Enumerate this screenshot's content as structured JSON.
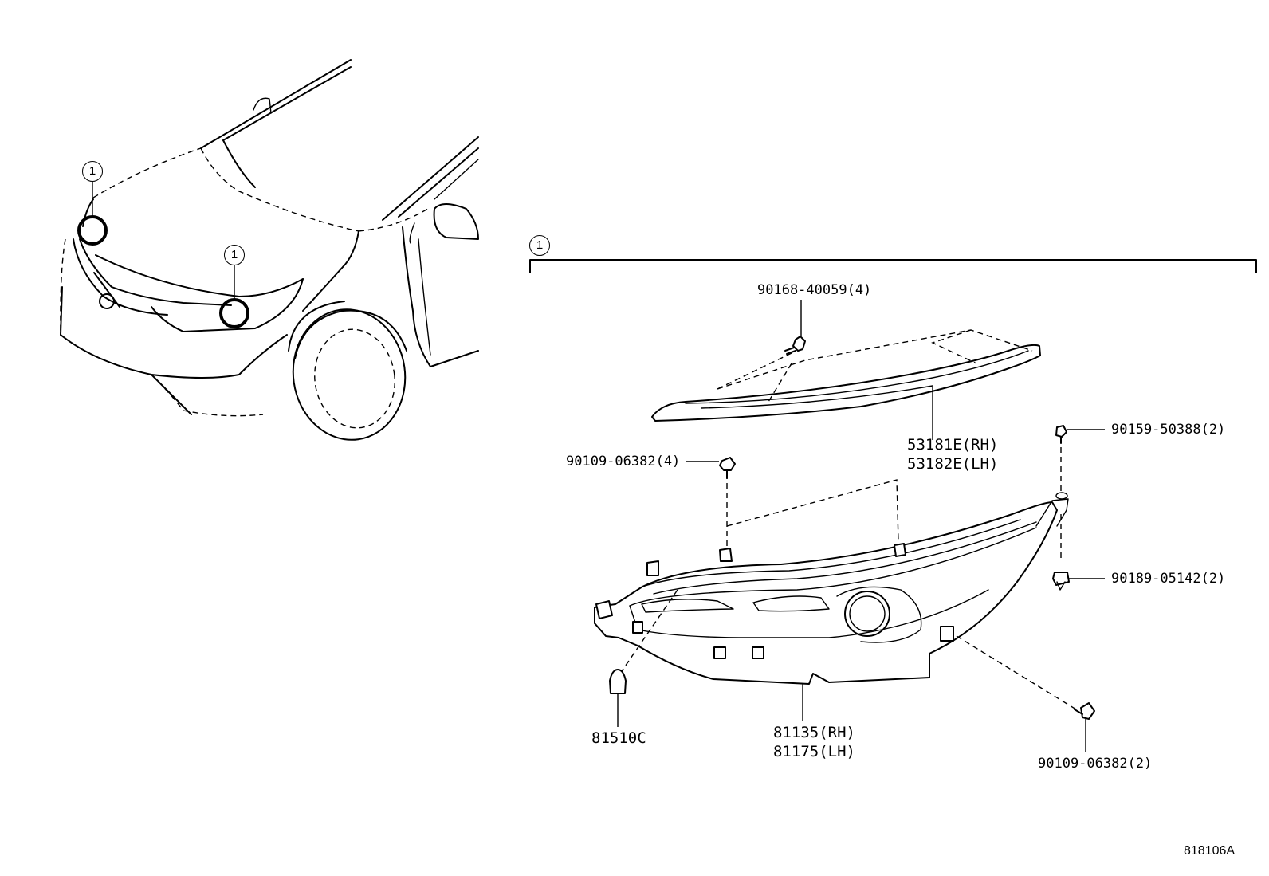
{
  "callouts": {
    "ref_marker": "1"
  },
  "parts": {
    "screw_top": "90168-40059(4)",
    "cover_rh": "53181E(RH)",
    "cover_lh": "53182E(LH)",
    "screw_left": "90109-06382(4)",
    "screw_right_top": "90159-50388(2)",
    "clip_right": "90189-05142(2)",
    "bulb": "81510C",
    "headlamp_rh": "81135(RH)",
    "headlamp_lh": "81175(LH)",
    "screw_bottom": "90109-06382(2)"
  },
  "diagram_code": "818106A"
}
